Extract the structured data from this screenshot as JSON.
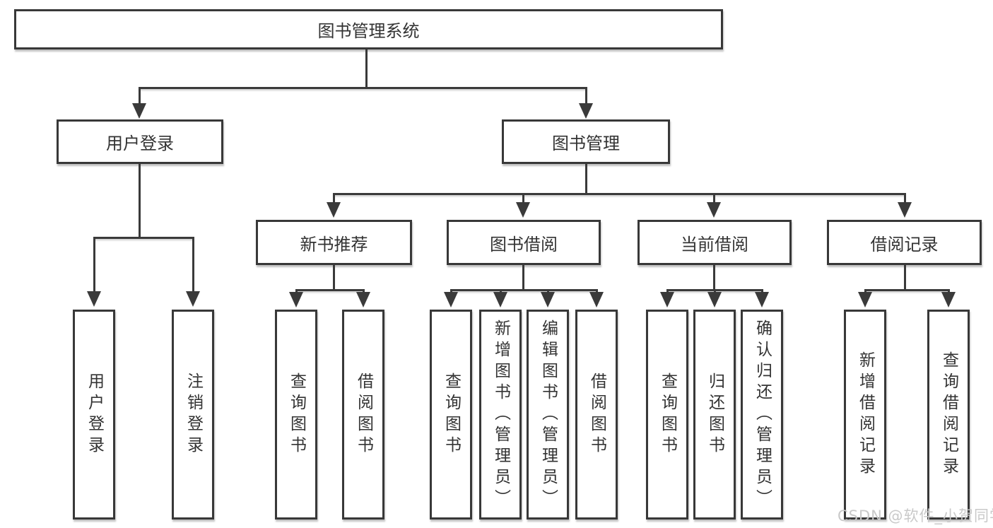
{
  "diagram": {
    "title": "图书管理系统",
    "root": {
      "label": "图书管理系统"
    },
    "level2": {
      "user_login": {
        "label": "用户登录"
      },
      "book_management": {
        "label": "图书管理"
      }
    },
    "level3": {
      "new_book_recommend": {
        "label": "新书推荐"
      },
      "book_borrow": {
        "label": "图书借阅"
      },
      "current_borrow": {
        "label": "当前借阅"
      },
      "borrow_record": {
        "label": "借阅记录"
      }
    },
    "leaves": {
      "user_login": [
        "用户登录",
        "注销登录"
      ],
      "new_book_recommend": [
        "查询图书",
        "借阅图书"
      ],
      "book_borrow": [
        "查询图书",
        "新增图书（管理员）",
        "编辑图书（管理员）",
        "借阅图书"
      ],
      "current_borrow": [
        "查询图书",
        "归还图书",
        "确认归还（管理员）"
      ],
      "borrow_record": [
        "新增借阅记录",
        "查询借阅记录"
      ]
    }
  },
  "watermark": {
    "text": "CSDN @软件_小贺同学"
  },
  "colors": {
    "line": "#3a3a3a",
    "box_border": "#383838",
    "text": "#333333",
    "watermark": "#c9c9c9",
    "background": "#ffffff"
  }
}
